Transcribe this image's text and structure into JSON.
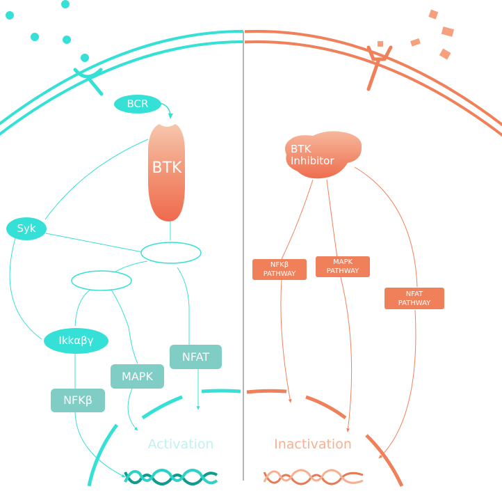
{
  "colors": {
    "teal": "#35e0d6",
    "teal_box": "#7fcdc4",
    "teal_dna_dark": "#129a8e",
    "teal_dna_light": "#2ed1c6",
    "coral": "#f0805a",
    "coral_light": "#f6b091",
    "divider": "#9b9b9b"
  },
  "left": {
    "bcr": "BCR",
    "btk": "BTK",
    "syk": "Syk",
    "ikk": "Ikkαβγ",
    "nfkb": "NFKβ",
    "mapk": "MAPK",
    "nfat": "NFAT",
    "activation": "Activation"
  },
  "right": {
    "inhibitor_line1": "BTK",
    "inhibitor_line2": "Inhibitor",
    "nfkb_line1": "NFKβ",
    "nfkb_line2": "PATHWAY",
    "mapk_line1": "MAPK",
    "mapk_line2": "PATHWAY",
    "nfat_line1": "NFAT",
    "nfat_line2": "PATHWAY",
    "inactivation": "Inactivation"
  }
}
